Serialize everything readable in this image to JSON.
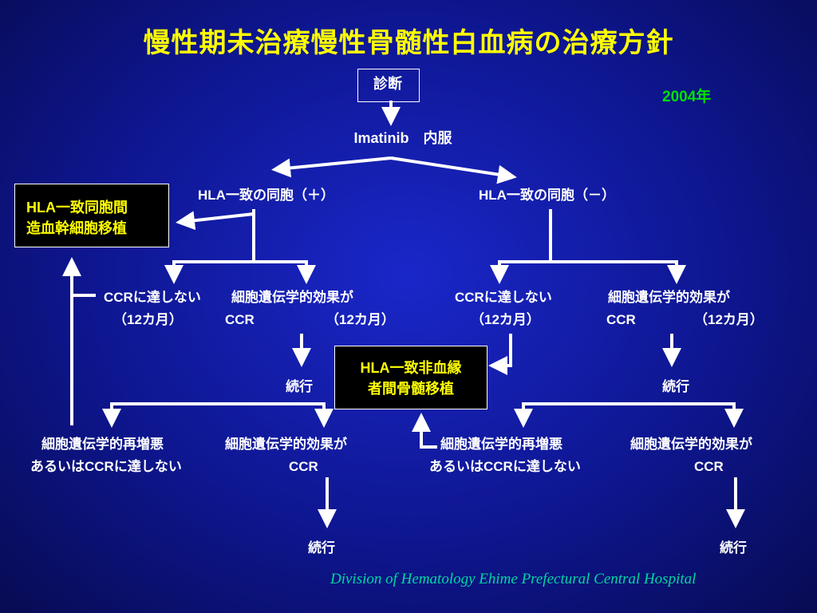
{
  "title": "慢性期未治療慢性骨髄性白血病の治療方針",
  "year": "2004年",
  "nodes": {
    "diagnosis": "診断",
    "imatinib": "Imatinib　内服",
    "hla_match_sib": "HLA一致の同胞（＋）",
    "hla_nomatch_sib": "HLA一致の同胞（－）",
    "sib_transplant_line1": "HLA一致同胞間",
    "sib_transplant_line2": "造血幹細胞移植",
    "unrelated_transplant_line1": "HLA一致非血縁",
    "unrelated_transplant_line2": "者間骨髄移植",
    "left_no_ccr_line1": "CCRに達しない",
    "left_no_ccr_line2": "（12カ月）",
    "left_effect_line1": "細胞遺伝学的効果が",
    "left_effect_ccr": "CCR",
    "left_effect_months": "（12カ月）",
    "right_no_ccr_line1": "CCRに達しない",
    "right_no_ccr_line2": "（12カ月）",
    "right_effect_line1": "細胞遺伝学的効果が",
    "right_effect_ccr": "CCR",
    "right_effect_months": "（12カ月）",
    "continue_left_mid": "続行",
    "continue_right_mid": "続行",
    "left_relapse_line1": "細胞遺伝学的再増悪",
    "left_relapse_line2": "あるいはCCRに達しない",
    "left_effect2_line1": "細胞遺伝学的効果が",
    "left_effect2_line2": "CCR",
    "right_relapse_line1": "細胞遺伝学的再増悪",
    "right_relapse_line2": "あるいはCCRに達しない",
    "right_effect2_line1": "細胞遺伝学的効果が",
    "right_effect2_line2": "CCR",
    "continue_left_bottom": "続行",
    "continue_right_bottom": "続行"
  },
  "footer": "Division of Hematology Ehime Prefectural Central Hospital",
  "colors": {
    "title": "#ffff00",
    "year": "#00e000",
    "box_text": "#ffff00",
    "footer": "#00d8a0",
    "lines": "#ffffff"
  }
}
